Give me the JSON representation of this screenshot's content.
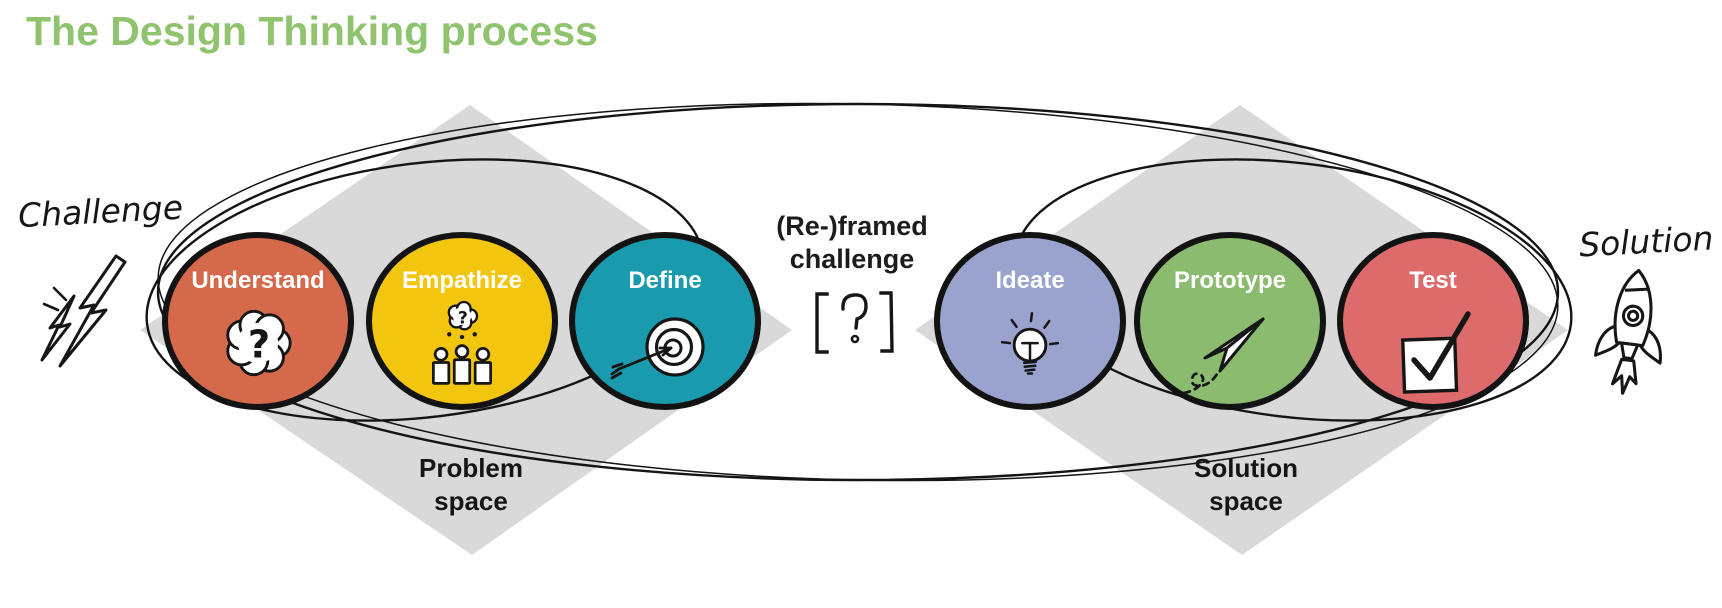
{
  "title": {
    "text": "The Design Thinking process",
    "color": "#8fc36e"
  },
  "endpoints": {
    "challenge": {
      "label": "Challenge",
      "icon": "lightning-bolts-icon"
    },
    "solution": {
      "label": "Solution",
      "icon": "rocket-icon"
    }
  },
  "reframed_challenge": {
    "line1": "(Re-)framed",
    "line2": "challenge",
    "symbol": "[?]",
    "symbol_icon": "bracketed-question-icon"
  },
  "spaces": {
    "problem": {
      "line1": "Problem",
      "line2": "space"
    },
    "solution": {
      "line1": "Solution",
      "line2": "space"
    },
    "diamond_color": "#d9d9d9"
  },
  "phases": [
    {
      "label": "Understand",
      "color": "#d4694b",
      "icon": "question-cloud-icon"
    },
    {
      "label": "Empathize",
      "color": "#f2c50f",
      "icon": "people-thinking-icon"
    },
    {
      "label": "Define",
      "color": "#1a9aad",
      "icon": "target-arrow-icon"
    },
    {
      "label": "Ideate",
      "color": "#9aa3ce",
      "icon": "lightbulb-icon"
    },
    {
      "label": "Prototype",
      "color": "#8abb6e",
      "icon": "paper-plane-icon"
    },
    {
      "label": "Test",
      "color": "#dd6b6b",
      "icon": "checkbox-check-icon"
    }
  ],
  "line_color": "#141414"
}
